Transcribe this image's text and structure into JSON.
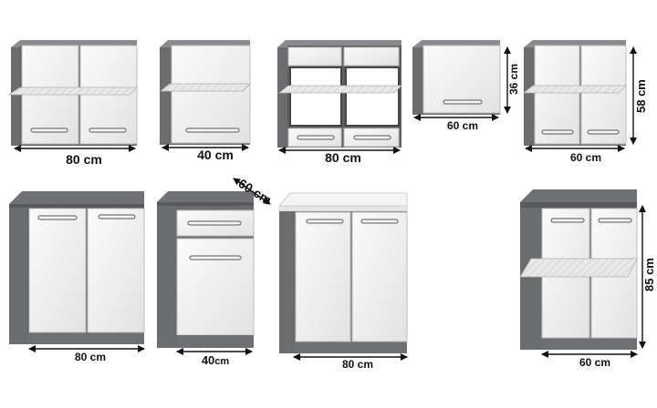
{
  "colors": {
    "body": "#6b6c6e",
    "body_dark": "#55565a",
    "top": "#8a8b8e",
    "front": "#ececec",
    "front_edge": "#cfcfcf",
    "handle": "#9a9a9a",
    "glass": "#d9d9d9",
    "worktop_white": "#f4f4f4",
    "dimension": "#111111"
  },
  "cabinets": {
    "wall_80": {
      "width_label": "80 cm"
    },
    "wall_40": {
      "width_label": "40 cm"
    },
    "wall_80_glass": {
      "width_label": "80 cm"
    },
    "wall_60_hood": {
      "width_label": "60 cm",
      "height_label": "36 cm"
    },
    "wall_60": {
      "width_label": "60 cm",
      "height_label": "58 cm"
    },
    "base_80": {
      "width_label": "80 cm"
    },
    "base_40_drawer": {
      "width_label_num": "40",
      "width_label_unit": "cm",
      "depth_label": "60 cm"
    },
    "base_80_white_top": {
      "width_label": "80 cm"
    },
    "base_60": {
      "width_label": "60 cm",
      "height_label": "85 cm"
    }
  }
}
